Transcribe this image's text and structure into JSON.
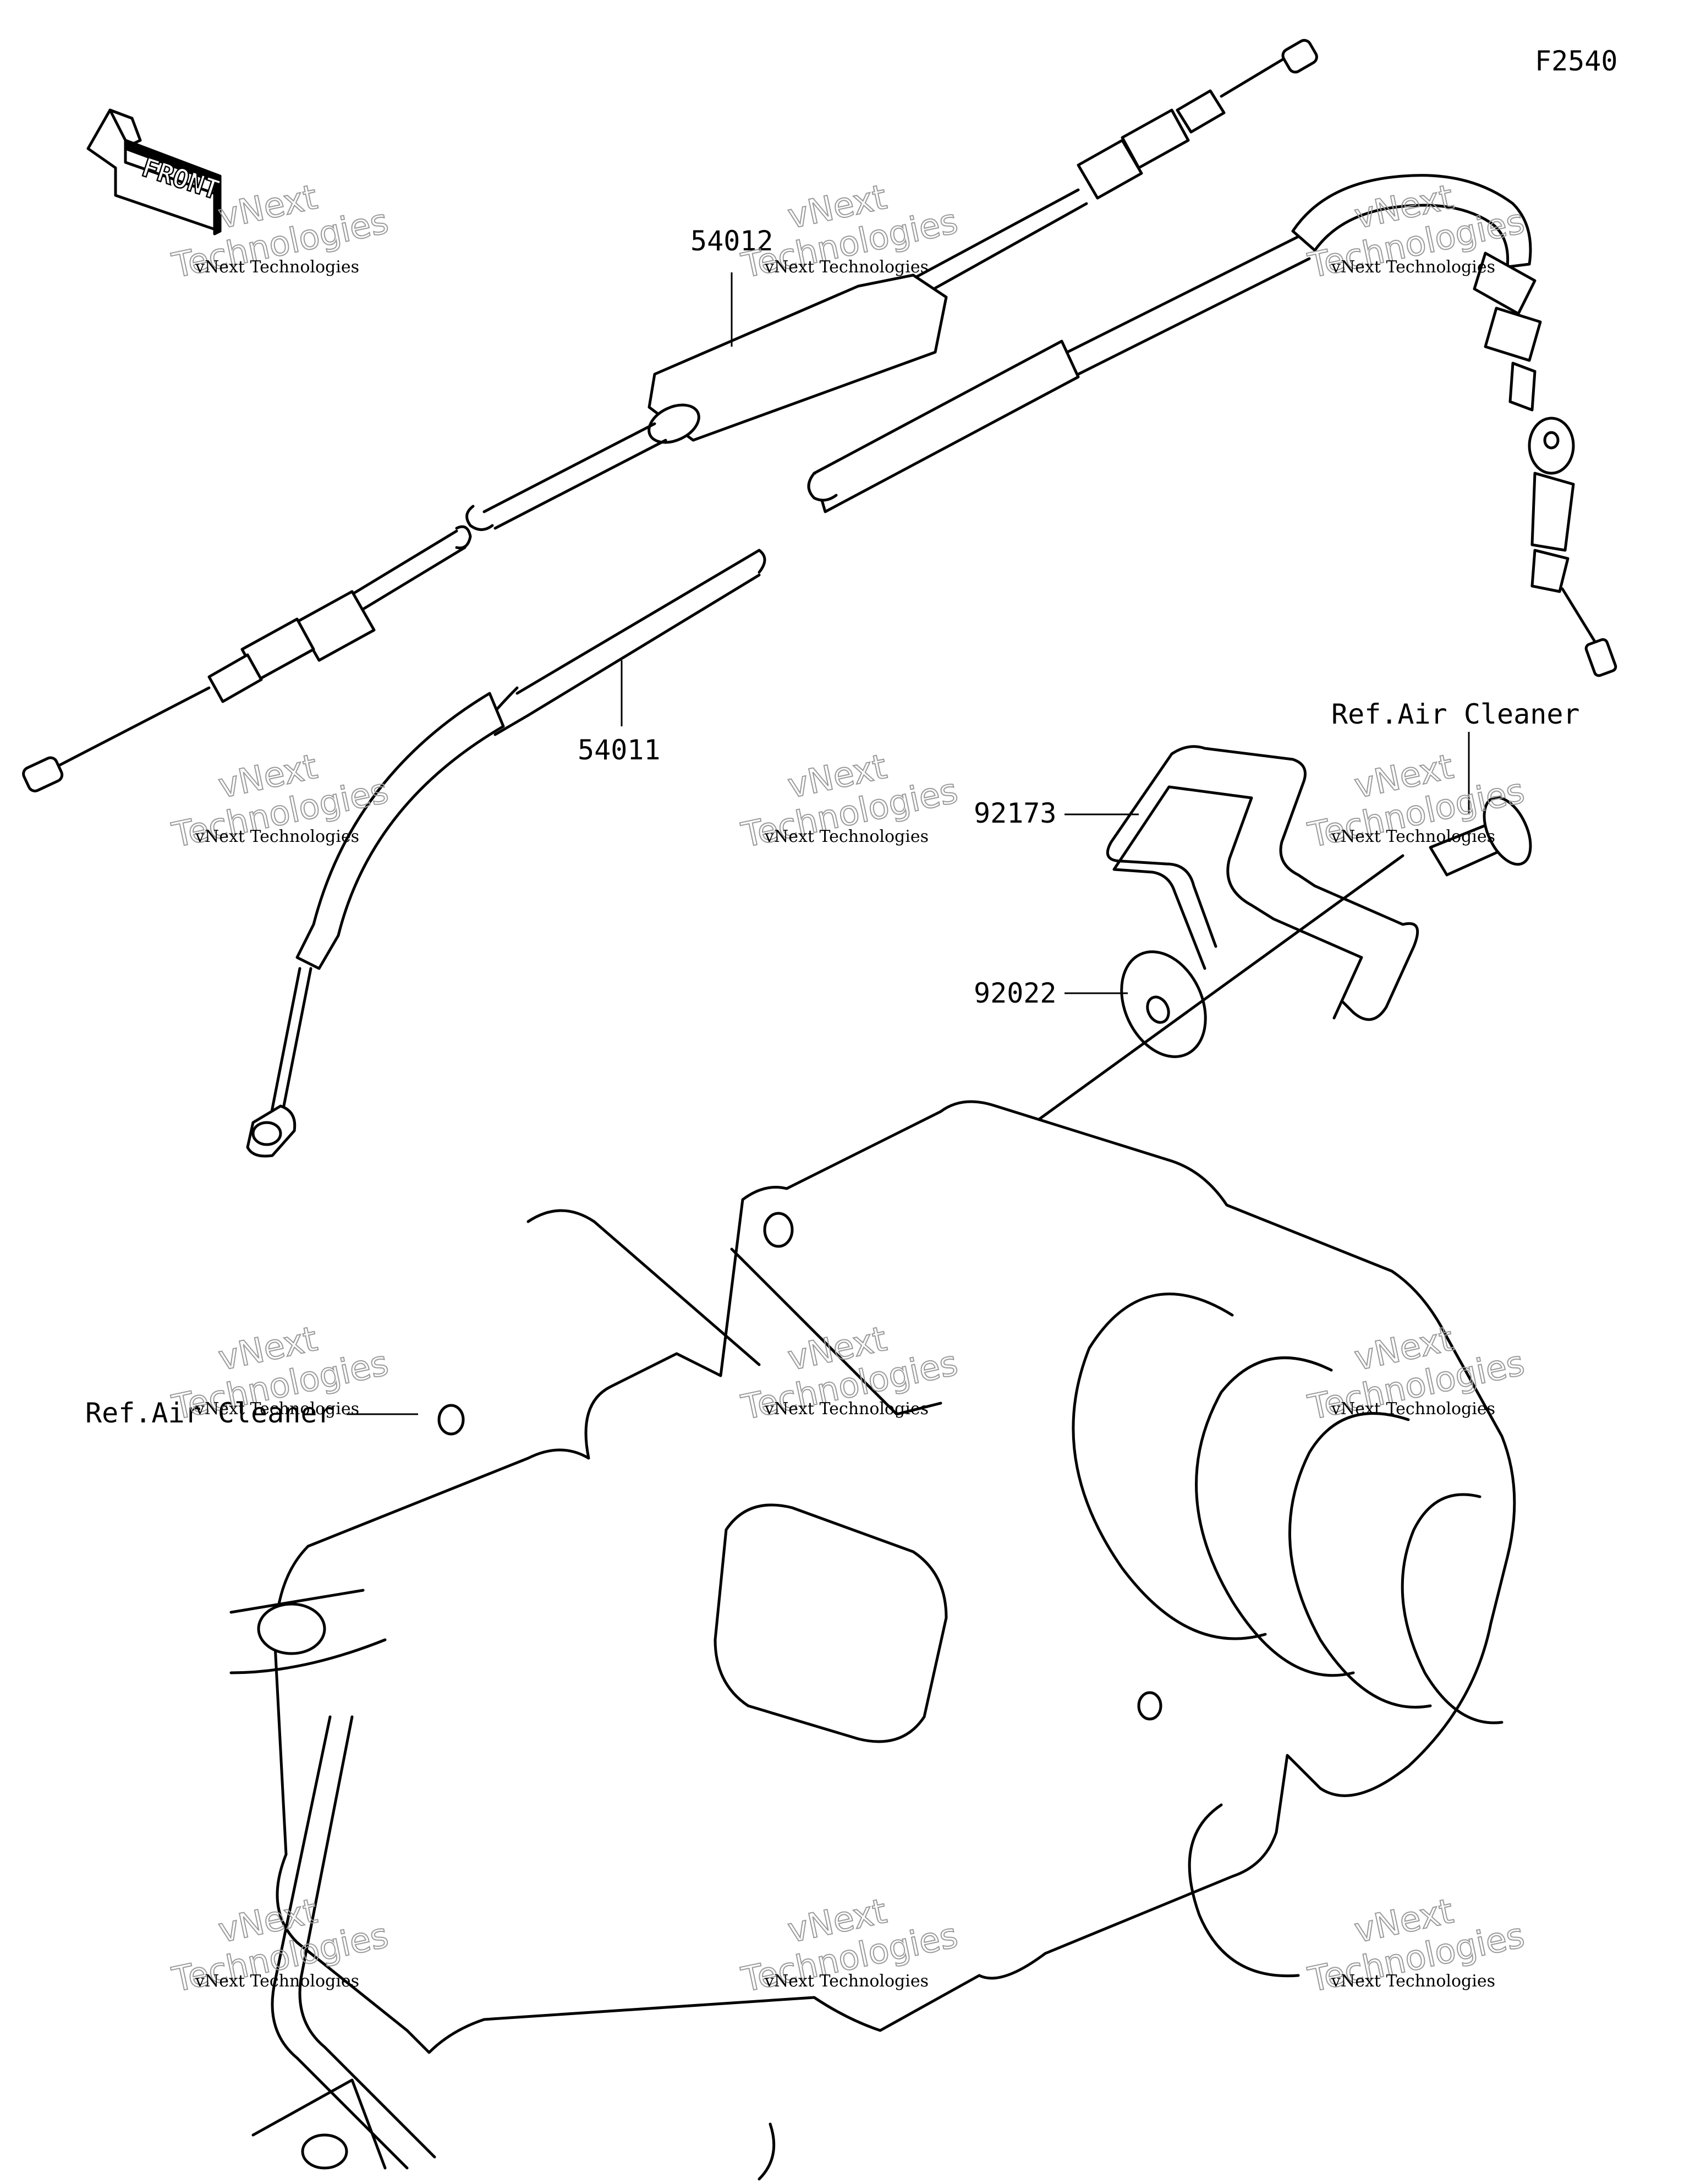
{
  "figure_code": "F2540",
  "orientation": {
    "label": "FRONT",
    "icon": "front-arrow-icon"
  },
  "callouts": [
    {
      "id": "callout-54012",
      "text": "54012"
    },
    {
      "id": "callout-54011",
      "text": "54011"
    },
    {
      "id": "callout-92173",
      "text": "92173"
    },
    {
      "id": "callout-92022",
      "text": "92022"
    },
    {
      "id": "callout-ref-air-cleaner-right",
      "text": "Ref.Air Cleaner"
    },
    {
      "id": "callout-ref-air-cleaner-left",
      "text": "Ref.Air Cleaner"
    }
  ],
  "watermark": {
    "line1": "vNext Technologies",
    "line2": "vNext",
    "line3": "Technologies"
  }
}
